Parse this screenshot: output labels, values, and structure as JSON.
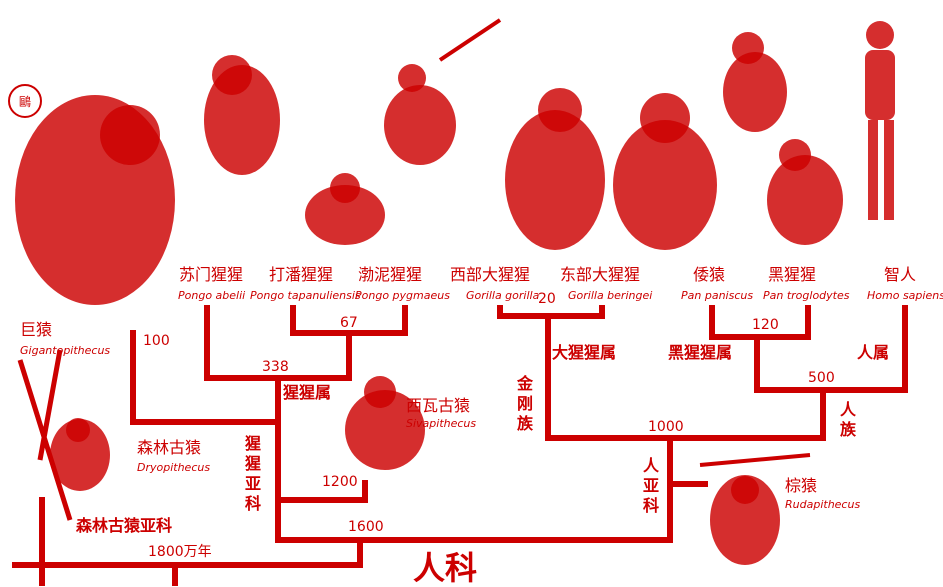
{
  "colors": {
    "ink": "#cc0000",
    "background": "#ffffff"
  },
  "seal": "鷗",
  "species": {
    "gigantopithecus": {
      "cn": "巨猿",
      "la": "Gigantopithecus"
    },
    "sumatran": {
      "cn": "苏门猩猩",
      "la": "Pongo abelii"
    },
    "tapanuli": {
      "cn": "打潘猩猩",
      "la": "Pongo tapanuliensis"
    },
    "bornean": {
      "cn": "渤泥猩猩",
      "la": "Pongo pygmaeus"
    },
    "western_gorilla": {
      "cn": "西部大猩猩",
      "la": "Gorilla gorilla"
    },
    "eastern_gorilla": {
      "cn": "东部大猩猩",
      "la": "Gorilla beringei"
    },
    "bonobo": {
      "cn": "倭猿",
      "la": "Pan paniscus"
    },
    "chimpanzee": {
      "cn": "黑猩猩",
      "la": "Pan troglodytes"
    },
    "human": {
      "cn": "智人",
      "la": "Homo sapiens"
    },
    "sivapithecus": {
      "cn": "西瓦古猿",
      "la": "Sivapithecus"
    },
    "dryopithecus": {
      "cn": "森林古猿",
      "la": "Dryopithecus"
    },
    "rudapithecus": {
      "cn": "棕猿",
      "la": "Rudapithecus"
    }
  },
  "groups": {
    "pongo": "猩猩属",
    "gorilla": "大猩猩属",
    "pan": "黑猩猩属",
    "homo": "人属",
    "gorillini": "金刚族",
    "hominini": "人族",
    "homininae": "人亚科",
    "ponginae": "猩猩亚科",
    "dryopithecinae": "森林古猿亚科",
    "hominidae": "人科"
  },
  "node_ages": {
    "gorilla_split": "20",
    "pongo_tap_born": "67",
    "pan_split": "120",
    "pongo_split": "338",
    "pan_homo": "500",
    "gigantopithecus": "100",
    "homininae_split": "1000",
    "ponginae_sivapithecus": "1200",
    "ponginae_homininae": "1600",
    "root": "1800万年"
  }
}
